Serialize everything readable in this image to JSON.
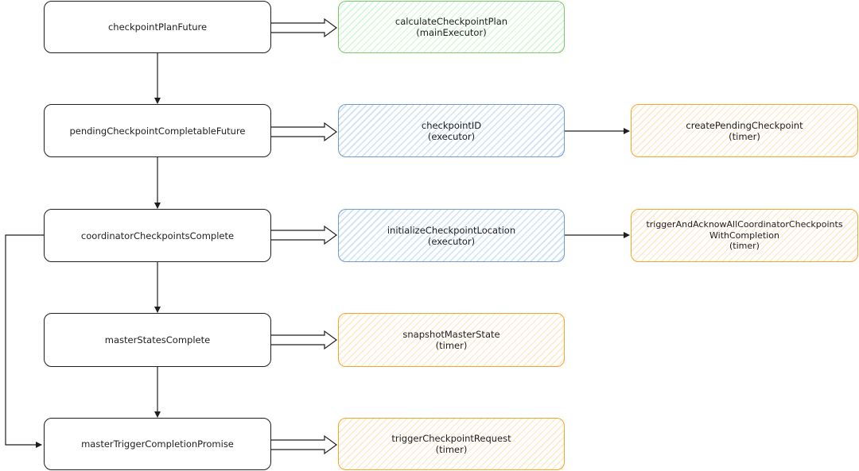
{
  "colors": {
    "stroke": "#1e1e1e",
    "green": "#7ec46a",
    "blue": "#6f9bd1",
    "orange": "#f0a82a"
  },
  "nodes": {
    "checkpoint_plan_future": {
      "line1": "checkpointPlanFuture"
    },
    "pending_checkpoint_completable_future": {
      "line1": "pendingCheckpointCompletableFuture"
    },
    "coordinator_checkpoints_complete": {
      "line1": "coordinatorCheckpointsComplete"
    },
    "master_states_complete": {
      "line1": "masterStatesComplete"
    },
    "master_trigger_completion_promise": {
      "line1": "masterTriggerCompletionPromise"
    },
    "calculate_checkpoint_plan": {
      "line1": "calculateCheckpointPlan",
      "line2": "(mainExecutor)"
    },
    "checkpoint_id": {
      "line1": "checkpointID",
      "line2": "(executor)"
    },
    "initialize_checkpoint_location": {
      "line1": "initializeCheckpointLocation",
      "line2": "(executor)"
    },
    "snapshot_master_state": {
      "line1": "snapshotMasterState",
      "line2": "(timer)"
    },
    "trigger_checkpoint_request": {
      "line1": "triggerCheckpointRequest",
      "line2": "(timer)"
    },
    "create_pending_checkpoint": {
      "line1": "createPendingCheckpoint",
      "line2": "(timer)"
    },
    "trigger_and_acknow_all": {
      "line1": "triggerAndAcknowAllCoordinatorCheckpoints",
      "line2": "WithCompletion",
      "line3": "(timer)"
    }
  }
}
